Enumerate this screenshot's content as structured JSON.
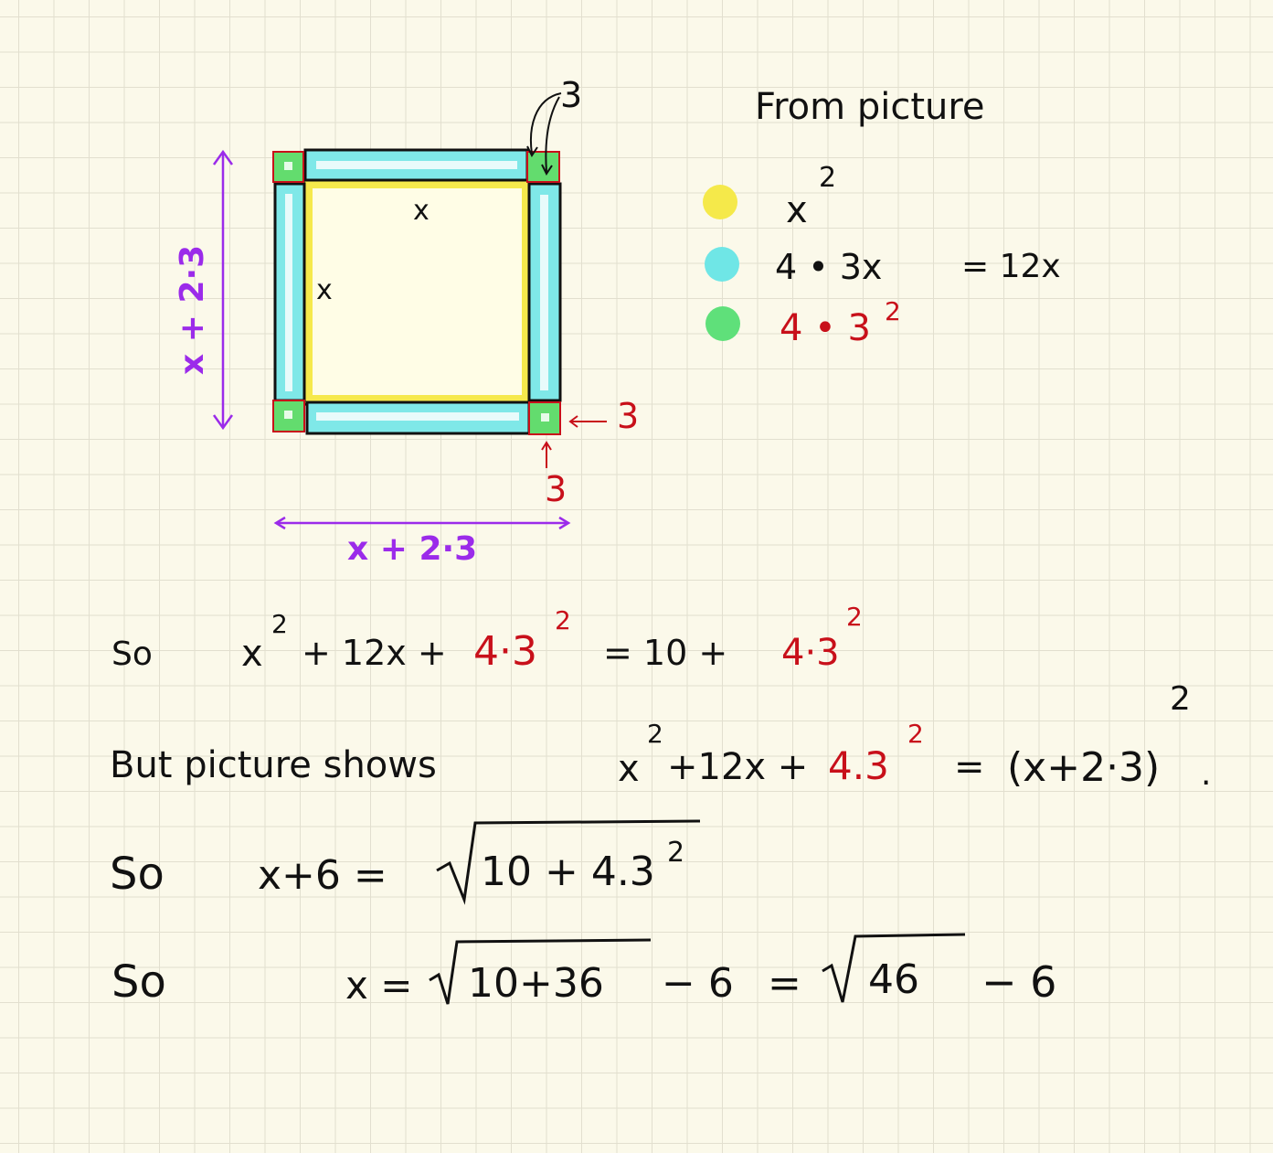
{
  "diagram": {
    "inner_side_top": "x",
    "inner_side_left": "x",
    "dim_left": "x + 2·3",
    "dim_bottom": "x + 2·3",
    "callout_top": "3",
    "callout_right": "3",
    "callout_below": "3"
  },
  "legend": {
    "heading": "From picture",
    "items": [
      {
        "color": "#f5e94a",
        "base": "x",
        "sup": "2",
        "tail": ""
      },
      {
        "color": "#6fe6e6",
        "base": "4 • 3x",
        "sup": "",
        "tail": "= 12x"
      },
      {
        "color": "#5fe07a",
        "base": "4 • 3",
        "sup": "2",
        "tail": ""
      }
    ]
  },
  "equations": {
    "line1": {
      "prefix": "So",
      "x": "x",
      "x_exp": "2",
      "mid": "+ 12x +",
      "red_term": "4·3",
      "red_exp": "2",
      "eq_rhs": "=  10  +",
      "rhs_red": "4·3",
      "rhs_red_exp": "2"
    },
    "line2": {
      "prefix": "But picture shows",
      "x": "x",
      "x_exp": "2",
      "mid": "+12x +",
      "red_term": "4.3",
      "red_exp": "2",
      "eq": "=",
      "paren": "(x+2·3)",
      "paren_exp": "2",
      "dot": "."
    },
    "line3": {
      "prefix": "So",
      "lhs": "x+6 =",
      "radicand": "10 + 4.3",
      "radicand_exp": "2"
    },
    "line4": {
      "prefix": "So",
      "lhs": "x =",
      "radicand1": "10+36",
      "minus1": "− 6",
      "eq": "=",
      "radicand2": "46",
      "minus2": "− 6"
    }
  }
}
